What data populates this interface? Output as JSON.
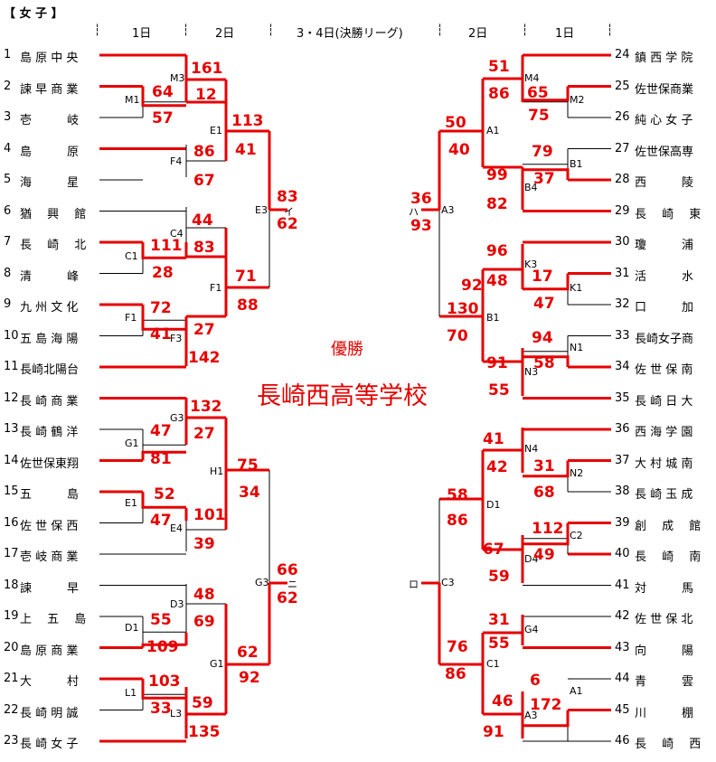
{
  "header": {
    "title": "【 女 子 】",
    "sep": "┆",
    "columns": [
      "1日",
      "2日",
      "3・4日(決勝リーグ)",
      "2日",
      "1日"
    ]
  },
  "champion": {
    "label": "優勝",
    "name": "長崎西高等学校"
  },
  "teams": {
    "left": [
      {
        "n": "1",
        "name": "島 原 中 央"
      },
      {
        "n": "2",
        "name": "諫 早 商 業"
      },
      {
        "n": "3",
        "name": "壱　　　岐"
      },
      {
        "n": "4",
        "name": "島　　　原"
      },
      {
        "n": "5",
        "name": "海　　　星"
      },
      {
        "n": "6",
        "name": "猶　 興　 館"
      },
      {
        "n": "7",
        "name": "長　 崎　 北"
      },
      {
        "n": "8",
        "name": "清　　　峰"
      },
      {
        "n": "9",
        "name": "九 州 文 化"
      },
      {
        "n": "10",
        "name": "五 島 海 陽"
      },
      {
        "n": "11",
        "name": "長崎北陽台"
      },
      {
        "n": "12",
        "name": "長 崎 商 業"
      },
      {
        "n": "13",
        "name": "長 崎 鶴 洋"
      },
      {
        "n": "14",
        "name": "佐世保東翔"
      },
      {
        "n": "15",
        "name": "五　　　島"
      },
      {
        "n": "16",
        "name": "佐 世 保 西"
      },
      {
        "n": "17",
        "name": "壱 岐 商 業"
      },
      {
        "n": "18",
        "name": "諫　　　早"
      },
      {
        "n": "19",
        "name": "上　 五　 島"
      },
      {
        "n": "20",
        "name": "島 原 商 業"
      },
      {
        "n": "21",
        "name": "大　　　村"
      },
      {
        "n": "22",
        "name": "長 崎 明 誠"
      },
      {
        "n": "23",
        "name": "長 崎 女 子"
      }
    ],
    "right": [
      {
        "n": "24",
        "name": "鎮 西 学 院"
      },
      {
        "n": "25",
        "name": "佐世保商業"
      },
      {
        "n": "26",
        "name": "純 心 女 子"
      },
      {
        "n": "27",
        "name": "佐世保高専"
      },
      {
        "n": "28",
        "name": "西　　　陵"
      },
      {
        "n": "29",
        "name": "長　 崎　 東"
      },
      {
        "n": "30",
        "name": "瓊　　　浦"
      },
      {
        "n": "31",
        "name": "活　　　水"
      },
      {
        "n": "32",
        "name": "口　　　加"
      },
      {
        "n": "33",
        "name": "長崎女子商"
      },
      {
        "n": "34",
        "name": "佐 世 保 南"
      },
      {
        "n": "35",
        "name": "長 崎 日 大"
      },
      {
        "n": "36",
        "name": "西 海 学 園"
      },
      {
        "n": "37",
        "name": "大 村 城 南"
      },
      {
        "n": "38",
        "name": "長 崎 玉 成"
      },
      {
        "n": "39",
        "name": "創　 成　 館"
      },
      {
        "n": "40",
        "name": "長　 崎　 南"
      },
      {
        "n": "41",
        "name": "対　　　馬"
      },
      {
        "n": "42",
        "name": "佐 世 保 北"
      },
      {
        "n": "43",
        "name": "向　　　陽"
      },
      {
        "n": "44",
        "name": "青　　　雲"
      },
      {
        "n": "45",
        "name": "川　　　棚"
      },
      {
        "n": "46",
        "name": "長　 崎　 西"
      }
    ]
  },
  "match_codes": [
    "M1",
    "M3",
    "F4",
    "E1",
    "C1",
    "C4",
    "F1",
    "F1",
    "F3",
    "G1",
    "G3",
    "E1",
    "E4",
    "H1",
    "D1",
    "D3",
    "L1",
    "L3",
    "G1",
    "E3",
    "G3",
    "M4",
    "M2",
    "A1",
    "B1",
    "B4",
    "A3",
    "K1",
    "K3",
    "B1",
    "N1",
    "N3",
    "N2",
    "N4",
    "D1",
    "C2",
    "D4",
    "G4",
    "C1",
    "A1",
    "A3",
    "C3"
  ],
  "scores": [
    "161",
    "64",
    "57",
    "12",
    "86",
    "67",
    "113",
    "41",
    "44",
    "111",
    "28",
    "83",
    "72",
    "41",
    "27",
    "142",
    "71",
    "88",
    "83",
    "62",
    "132",
    "47",
    "81",
    "27",
    "52",
    "47",
    "101",
    "39",
    "75",
    "34",
    "48",
    "55",
    "109",
    "69",
    "103",
    "33",
    "59",
    "135",
    "62",
    "92",
    "66",
    "62",
    "92",
    "65",
    "75",
    "51",
    "86",
    "50",
    "40",
    "79",
    "37",
    "99",
    "82",
    "36",
    "93",
    "96",
    "17",
    "47",
    "48",
    "91",
    "94",
    "58",
    "55",
    "130",
    "70",
    "41",
    "31",
    "68",
    "42",
    "112",
    "49",
    "67",
    "59",
    "58",
    "86",
    "31",
    "55",
    "6",
    "172",
    "46",
    "91",
    "76",
    "86"
  ],
  "league_letters": [
    "イ",
    "ハ",
    "ニ",
    "ロ"
  ]
}
